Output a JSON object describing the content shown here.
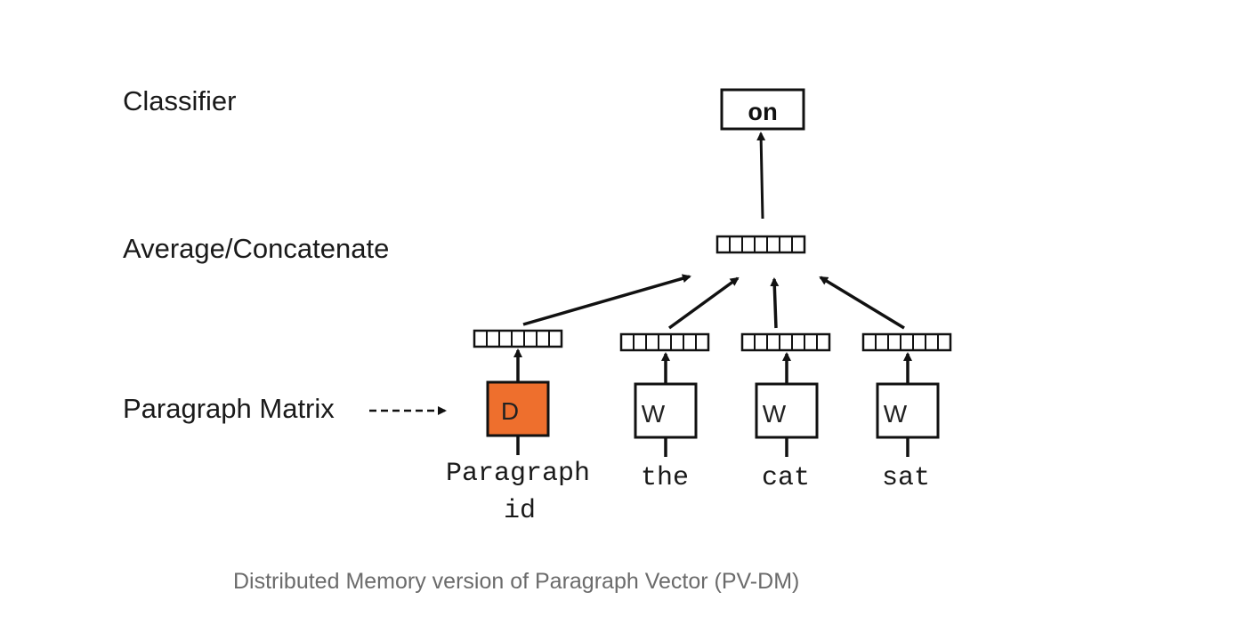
{
  "labels": {
    "classifier": "Classifier",
    "average": "Average/Concatenate",
    "paragraph_matrix": "Paragraph Matrix"
  },
  "output_word": "on",
  "inputs": [
    {
      "matrix": "D",
      "word_line1": "Paragraph",
      "word_line2": "id",
      "color": "#ee6f2d"
    },
    {
      "matrix": "W",
      "word_line1": "the",
      "word_line2": "",
      "color": "#ffffff"
    },
    {
      "matrix": "W",
      "word_line1": "cat",
      "word_line2": "",
      "color": "#ffffff"
    },
    {
      "matrix": "W",
      "word_line1": "sat",
      "word_line2": "",
      "color": "#ffffff"
    }
  ],
  "vector_cells": 7,
  "caption": "Distributed Memory version of Paragraph Vector (PV-DM)"
}
